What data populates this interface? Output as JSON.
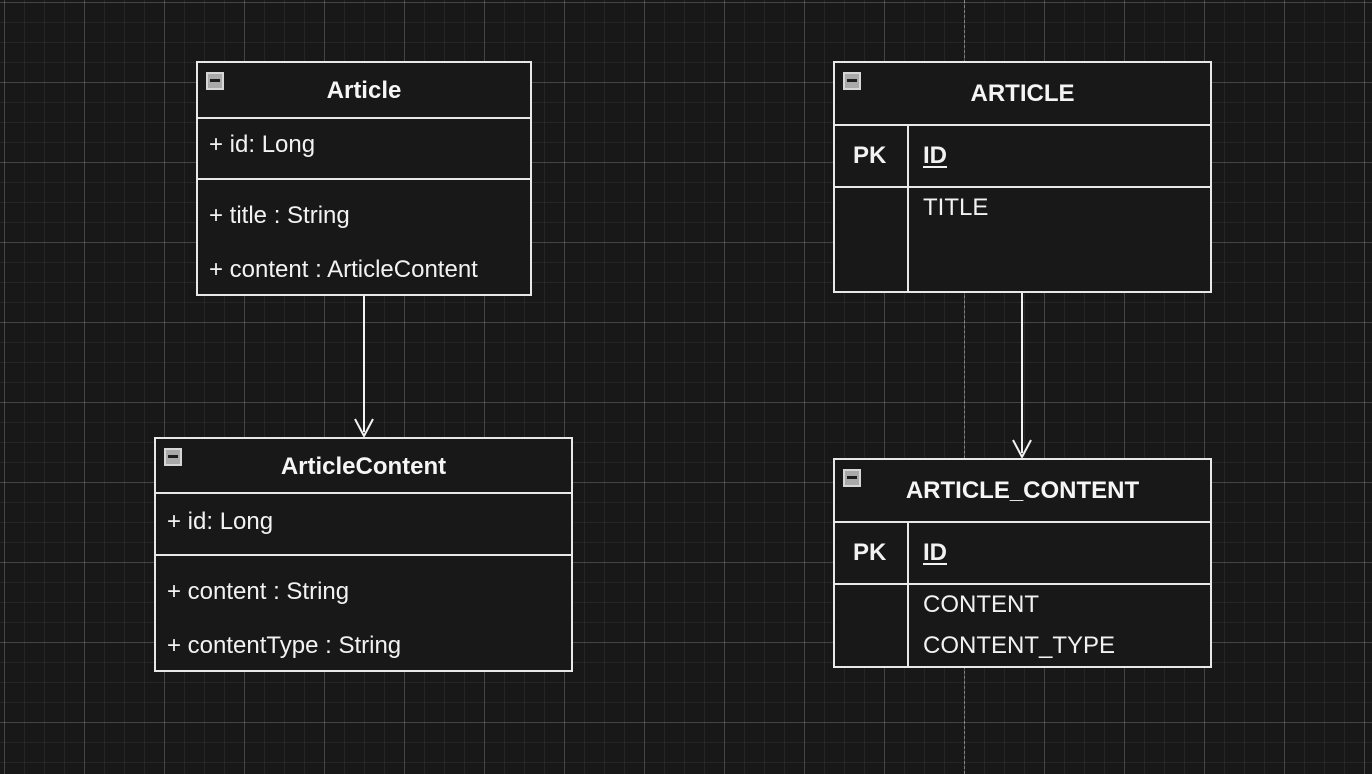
{
  "uml": {
    "article": {
      "title": "Article",
      "id_field": "+ id: Long",
      "attributes": [
        "+ title : String",
        "+ content : ArticleContent"
      ]
    },
    "article_content": {
      "title": "ArticleContent",
      "id_field": "+ id: Long",
      "attributes": [
        "+ content : String",
        "+ contentType : String"
      ]
    }
  },
  "erd": {
    "article": {
      "title": "ARTICLE",
      "key_label": "PK",
      "key_field": "ID",
      "columns": [
        "TITLE"
      ]
    },
    "article_content": {
      "title": "ARTICLE_CONTENT",
      "key_label": "PK",
      "key_field": "ID",
      "columns": [
        "CONTENT",
        "CONTENT_TYPE"
      ]
    }
  },
  "colors": {
    "background": "#181818",
    "stroke": "#e8e8e8",
    "text": "#f2f2f2"
  },
  "icons": [
    "collapse-icon"
  ]
}
